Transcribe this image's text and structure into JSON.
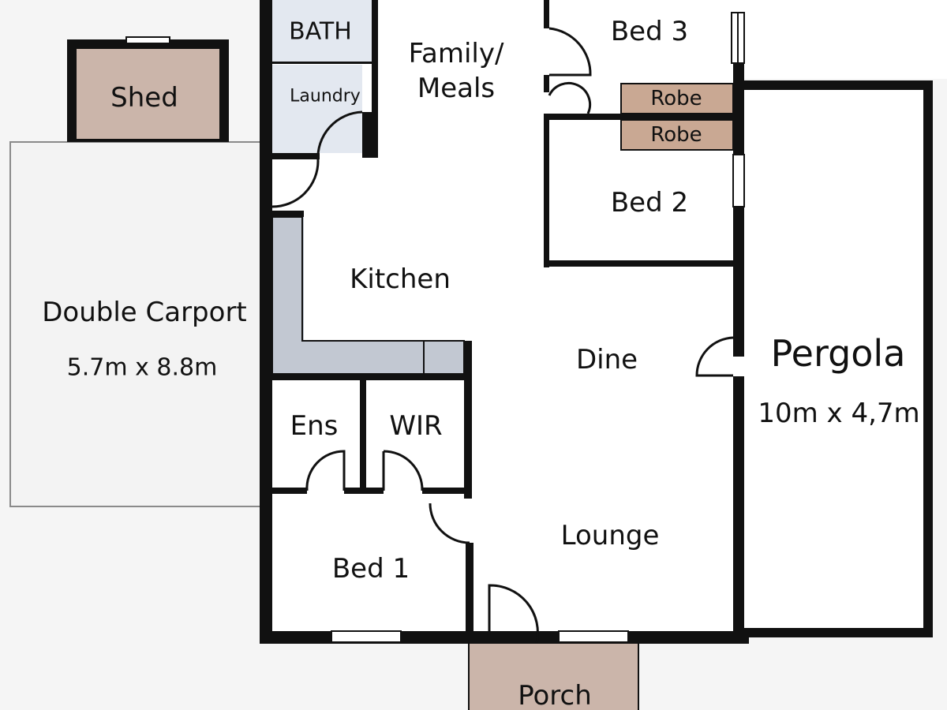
{
  "rooms": {
    "shed": "Shed",
    "bath": "BATH",
    "laundry": "Laundry",
    "family": "Family/",
    "meals": "Meals",
    "bed3": "Bed 3",
    "robe_upper": "Robe",
    "robe_lower": "Robe",
    "bed2": "Bed 2",
    "kitchen": "Kitchen",
    "carport": "Double Carport",
    "carport_size": "5.7m x 8.8m",
    "dine": "Dine",
    "pergola": "Pergola",
    "pergola_size": "10m x 4,7m",
    "ens": "Ens",
    "wir": "WIR",
    "lounge": "Lounge",
    "bed1": "Bed 1",
    "porch": "Porch"
  },
  "colors": {
    "background": "#f5f5f5",
    "floor": "#ffffff",
    "wall": "#111111",
    "wet_area": "#e3e8f0",
    "kitchen_bench": "#c2c8d2",
    "robe": "#c9a893",
    "shed_porch": "#cbb5aa",
    "carport": "#f3f3f3"
  }
}
